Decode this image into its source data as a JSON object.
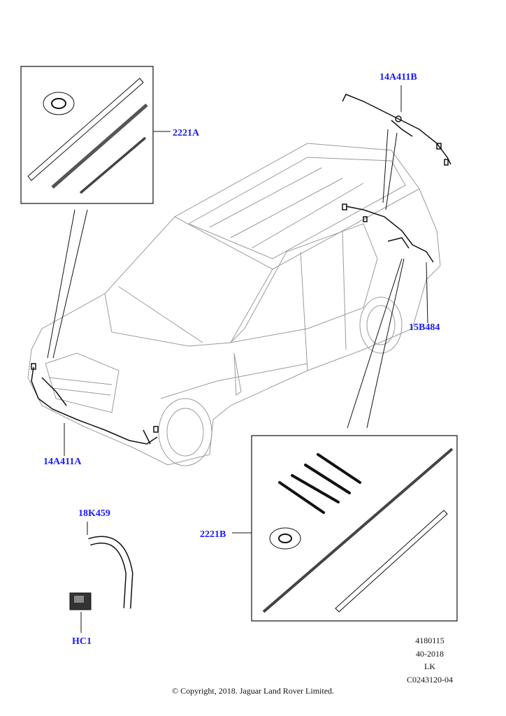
{
  "callouts": {
    "harness_rear": "14A411B",
    "kit_a": "2221A",
    "harness_side": "15B484",
    "harness_front": "14A411A",
    "hose": "18K459",
    "kit_b": "2221B",
    "connector": "HC1"
  },
  "reference": {
    "line1": "4180115",
    "line2": "40-2018",
    "line3": "LK",
    "line4": "C0243120-04"
  },
  "copyright": "© Copyright, 2018. Jaguar Land Rover Limited.",
  "colors": {
    "callout": "#1a1aff",
    "outline": "#999999",
    "part": "#111111"
  }
}
